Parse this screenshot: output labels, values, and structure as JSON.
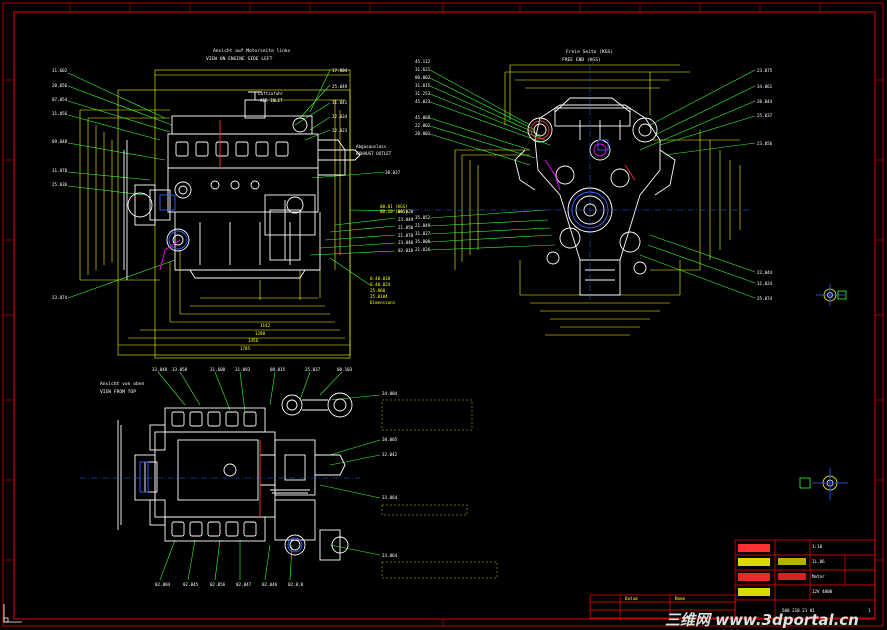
{
  "colors": {
    "background": "#000000",
    "frame": "#ff0000",
    "dimension": "#ffff00",
    "leader": "#33ff33",
    "engine": "#ffffff",
    "accent_blue": "#3060ff",
    "accent_magenta": "#ff00ff"
  },
  "views": {
    "left": {
      "title_de": "Ansicht auf Motorseite links",
      "title_en": "VIEW ON ENGINE SIDE LEFT"
    },
    "free_end": {
      "title_de": "Freie Seite (KGS)",
      "title_en": "FREE END (KGS)"
    },
    "top": {
      "title_de": "Ansicht von oben",
      "title_en": "VIEW FROM TOP"
    }
  },
  "annotations": {
    "air_inlet_de": "Luftzufuhr",
    "air_inlet_en": "AIR INLET",
    "exhaust_de": "Abgasauslass",
    "exhaust_en": "EXHAUST OUTLET"
  },
  "title_block": {
    "drawing_no": "500 218 21 01",
    "sheet": "1"
  },
  "watermark": "三维网 www.3dportal.cn"
}
